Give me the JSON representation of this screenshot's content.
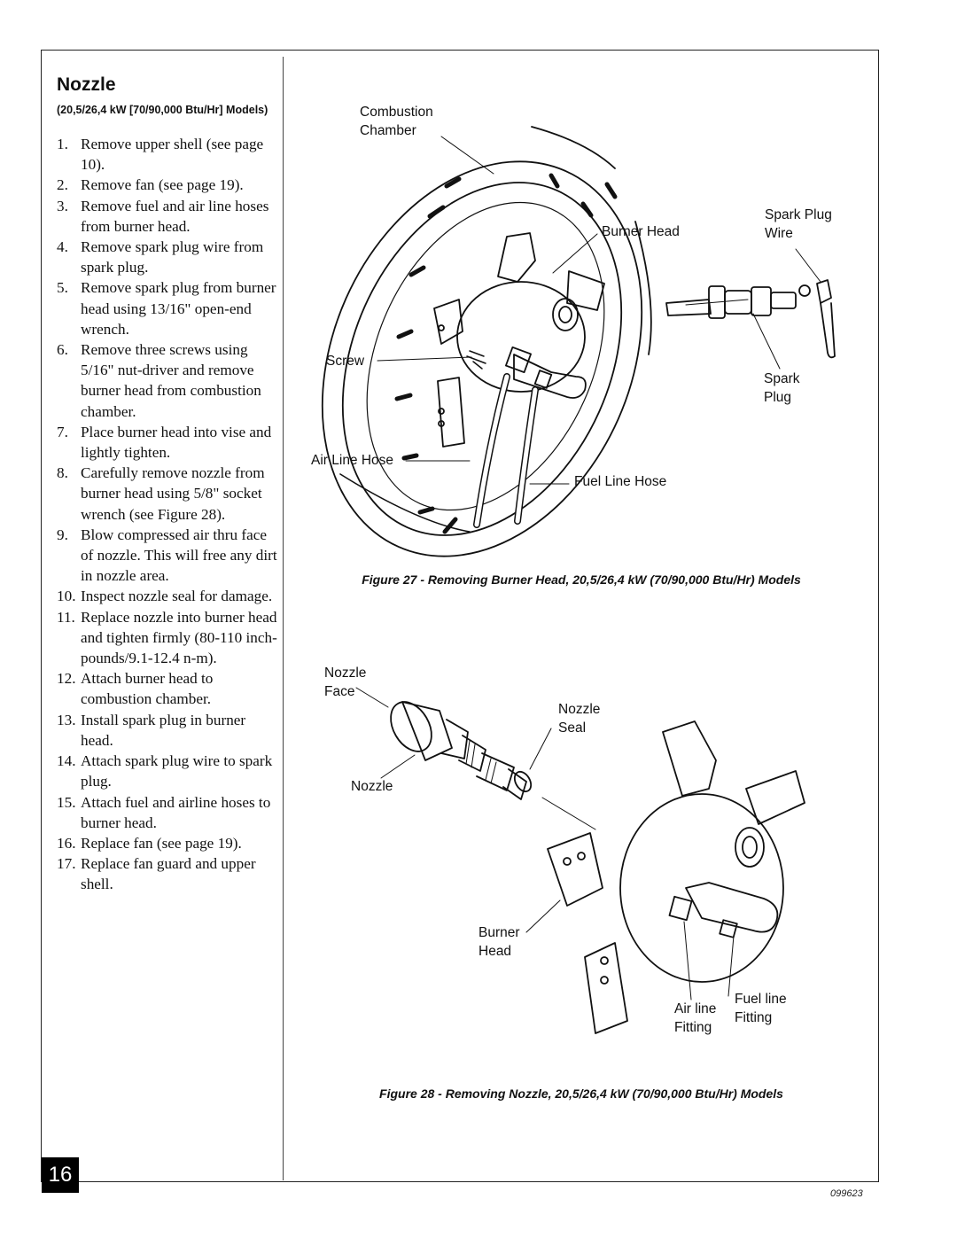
{
  "section": {
    "title": "Nozzle",
    "subtitle": "(20,5/26,4 kW [70/90,000 Btu/Hr] Models)"
  },
  "steps": [
    {
      "num": "1.",
      "text": "Remove upper shell (see page 10)."
    },
    {
      "num": "2.",
      "text": "Remove fan (see page 19)."
    },
    {
      "num": "3.",
      "text": "Remove fuel and air line hoses from burner head."
    },
    {
      "num": "4.",
      "text": "Remove spark plug wire from spark plug."
    },
    {
      "num": "5.",
      "text": "Remove spark plug from burner head using 13/16\" open-end wrench."
    },
    {
      "num": "6.",
      "text": "Remove three screws using 5/16\" nut-driver and remove burner head from combustion chamber."
    },
    {
      "num": "7.",
      "text": "Place burner head into vise and lightly tighten."
    },
    {
      "num": "8.",
      "text": "Carefully remove nozzle from burner head using 5/8\" socket wrench (see Figure 28)."
    },
    {
      "num": "9.",
      "text": "Blow compressed air thru face of nozzle. This will free any dirt in nozzle area."
    },
    {
      "num": "10.",
      "text": "Inspect nozzle seal for damage."
    },
    {
      "num": "11.",
      "text": "Replace nozzle into burner head and tighten firmly (80-110 inch-pounds/9.1-12.4 n-m)."
    },
    {
      "num": "12.",
      "text": "Attach burner head to combustion chamber."
    },
    {
      "num": "13.",
      "text": "Install spark plug in burner head."
    },
    {
      "num": "14.",
      "text": "Attach spark plug wire to spark plug."
    },
    {
      "num": "15.",
      "text": "Attach fuel and airline hoses to burner head."
    },
    {
      "num": "16.",
      "text": "Replace fan (see page 19)."
    },
    {
      "num": "17.",
      "text": "Replace fan guard and upper shell."
    }
  ],
  "figure27": {
    "labels": {
      "combustion": "Combustion",
      "chamber": "Chamber",
      "burner_head": "Burner Head",
      "spark_plug_wire_1": "Spark Plug",
      "spark_plug_wire_2": "Wire",
      "screw": "Screw",
      "spark_1": "Spark",
      "spark_2": "Plug",
      "air_line_hose": "Air Line Hose",
      "fuel_line_hose": "Fuel Line Hose"
    },
    "caption": "Figure 27 - Removing Burner Head, 20,5/26,4 kW (70/90,000 Btu/Hr) Models"
  },
  "figure28": {
    "labels": {
      "nozzle_face_1": "Nozzle",
      "nozzle_face_2": "Face",
      "nozzle_seal_1": "Nozzle",
      "nozzle_seal_2": "Seal",
      "nozzle": "Nozzle",
      "burner_head_1": "Burner",
      "burner_head_2": "Head",
      "air_line_1": "Air line",
      "air_line_2": "Fitting",
      "fuel_line_1": "Fuel line",
      "fuel_line_2": "Fitting"
    },
    "caption": "Figure 28 - Removing Nozzle, 20,5/26,4 kW (70/90,000 Btu/Hr) Models"
  },
  "footer": {
    "page_number": "16",
    "doc_number": "099623"
  }
}
